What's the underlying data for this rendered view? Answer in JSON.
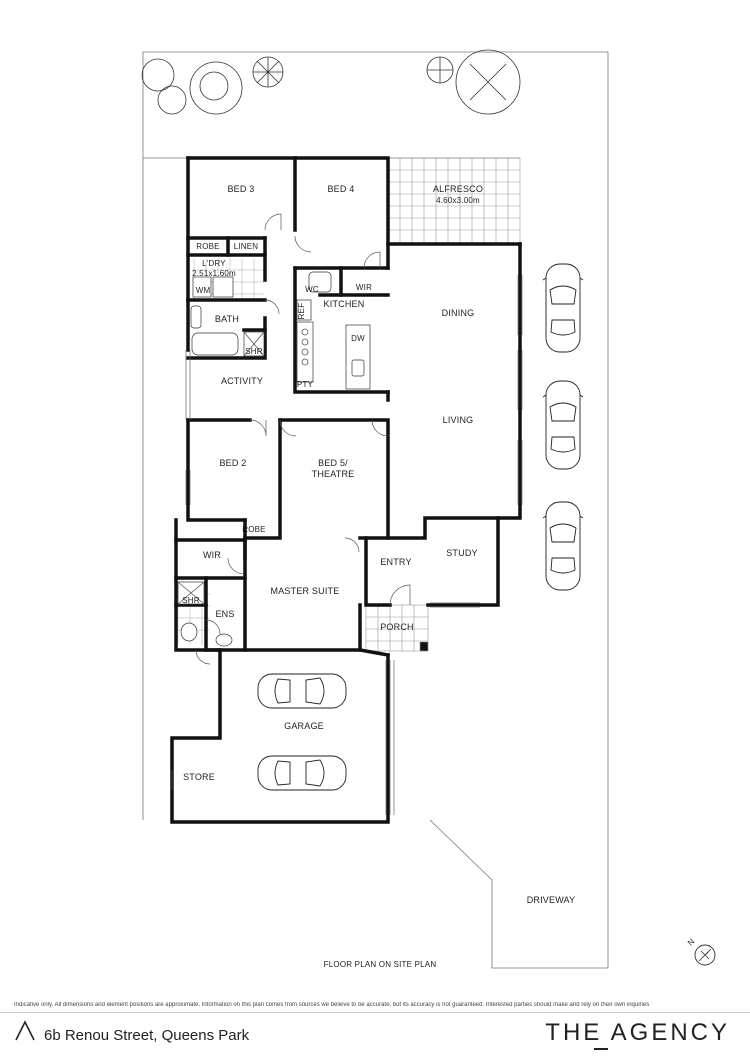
{
  "rooms": {
    "bed3": "BED 3",
    "bed4": "BED 4",
    "alfresco": "ALFRESCO",
    "alfresco_size": "4.60x3.00m",
    "robe1": "ROBE",
    "linen": "LINEN",
    "laundry": "L'DRY",
    "laundry_size": "2.51x1.60m",
    "wm": "WM",
    "wc": "WC",
    "wir1": "WIR",
    "kitchen": "KITCHEN",
    "dining": "DINING",
    "bath": "BATH",
    "shr1": "SHR",
    "ref": "REF",
    "dw": "DW",
    "activity": "ACTIVITY",
    "pty": "PTY",
    "living": "LIVING",
    "bed2": "BED 2",
    "bed5_line1": "BED 5/",
    "bed5_line2": "THEATRE",
    "robe2": "ROBE",
    "wir2": "WIR",
    "study": "STUDY",
    "entry": "ENTRY",
    "master": "MASTER SUITE",
    "shr2": "SHR",
    "ens": "ENS",
    "porch": "PORCH",
    "garage": "GARAGE",
    "store": "STORE",
    "driveway": "DRIVEWAY"
  },
  "plan_caption": "FLOOR PLAN ON SITE PLAN",
  "compass_label": "N",
  "footer": {
    "disclaimer": "Indicative only. All dimensions and element positions are approximate. Information on this plan comes from sources we believe to be accurate, but its accuracy is not guaranteed. Interested parties should make and rely on their own inquiries",
    "address": "6b Renou Street, Queens Park",
    "brand": "THE AGENCY"
  },
  "icons": [
    "agency-logo-icon",
    "compass-icon",
    "car-icon",
    "tree-icon"
  ]
}
